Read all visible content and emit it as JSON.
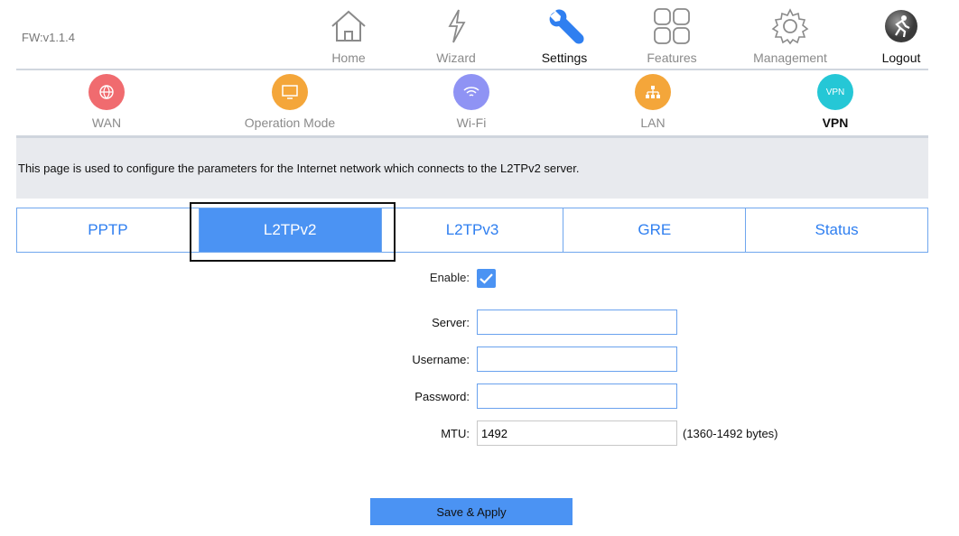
{
  "firmware": "FW:v1.1.4",
  "topnav": [
    {
      "label": "Home",
      "icon": "home-icon"
    },
    {
      "label": "Wizard",
      "icon": "wand-icon"
    },
    {
      "label": "Settings",
      "icon": "wrench-icon",
      "active": true
    },
    {
      "label": "Features",
      "icon": "grid-icon"
    },
    {
      "label": "Management",
      "icon": "gear-icon"
    },
    {
      "label": "Logout",
      "icon": "logout-icon"
    }
  ],
  "subnav": [
    {
      "label": "WAN",
      "color": "#f06b6f",
      "icon": "globe-icon"
    },
    {
      "label": "Operation Mode",
      "color": "#f4a63a",
      "icon": "monitor-icon"
    },
    {
      "label": "Wi-Fi",
      "color": "#8f93f4",
      "icon": "wifi-icon"
    },
    {
      "label": "LAN",
      "color": "#f4a63a",
      "icon": "lan-icon"
    },
    {
      "label": "VPN",
      "color": "#25c7d6",
      "icon": "vpn-icon",
      "badge": "VPN",
      "active": true
    }
  ],
  "description": "This page is used to configure the parameters for the Internet network which connects to the L2TPv2 server.",
  "tabs": [
    {
      "label": "PPTP"
    },
    {
      "label": "L2TPv2",
      "active": true
    },
    {
      "label": "L2TPv3"
    },
    {
      "label": "GRE"
    },
    {
      "label": "Status"
    }
  ],
  "form": {
    "enable_label": "Enable:",
    "enable_checked": true,
    "server_label": "Server:",
    "server_value": "",
    "username_label": "Username:",
    "username_value": "",
    "password_label": "Password:",
    "password_value": "",
    "mtu_label": "MTU:",
    "mtu_value": "1492",
    "mtu_hint": "(1360-1492 bytes)"
  },
  "save_label": "Save & Apply",
  "colors": {
    "accent": "#4b93f3",
    "border": "#6fa6ee"
  }
}
